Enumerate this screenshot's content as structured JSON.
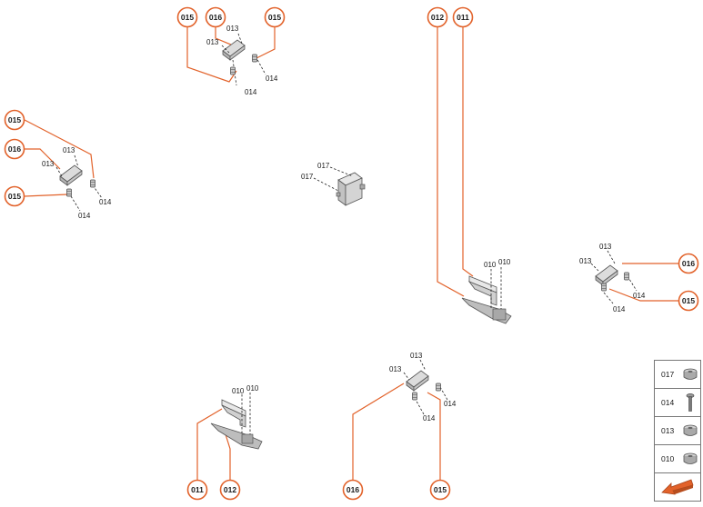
{
  "callouts": {
    "b015_a": "015",
    "b016_a": "016",
    "b015_b": "015",
    "b012_top": "012",
    "b011_top": "011",
    "b015_l1": "015",
    "b016_l": "016",
    "b015_l2": "015",
    "b016_r": "016",
    "b015_r": "015",
    "b011_bot": "011",
    "b012_bot": "012",
    "b016_bot": "016",
    "b015_bot": "015"
  },
  "labels": {
    "g1_013a": "013",
    "g1_013b": "013",
    "g1_014a": "014",
    "g1_014b": "014",
    "g2_013a": "013",
    "g2_013b": "013",
    "g2_014a": "014",
    "g2_014b": "014",
    "g3_017a": "017",
    "g3_017b": "017",
    "g4_010a": "010",
    "g4_010b": "010",
    "g5_013a": "013",
    "g5_013b": "013",
    "g5_014a": "014",
    "g5_014b": "014",
    "g6_010a": "010",
    "g6_010b": "010",
    "g7_013a": "013",
    "g7_013b": "013",
    "g7_014a": "014",
    "g7_014b": "014"
  },
  "legend": [
    {
      "code": "017",
      "icon": "nut-icon"
    },
    {
      "code": "014",
      "icon": "bolt-icon"
    },
    {
      "code": "013",
      "icon": "nut-icon"
    },
    {
      "code": "010",
      "icon": "nut-icon"
    }
  ],
  "legend_arrow_icon": "orientation-arrow-icon",
  "colors": {
    "accent": "#e2622a",
    "lines": "#222222",
    "parts": "#d9d9d9"
  }
}
